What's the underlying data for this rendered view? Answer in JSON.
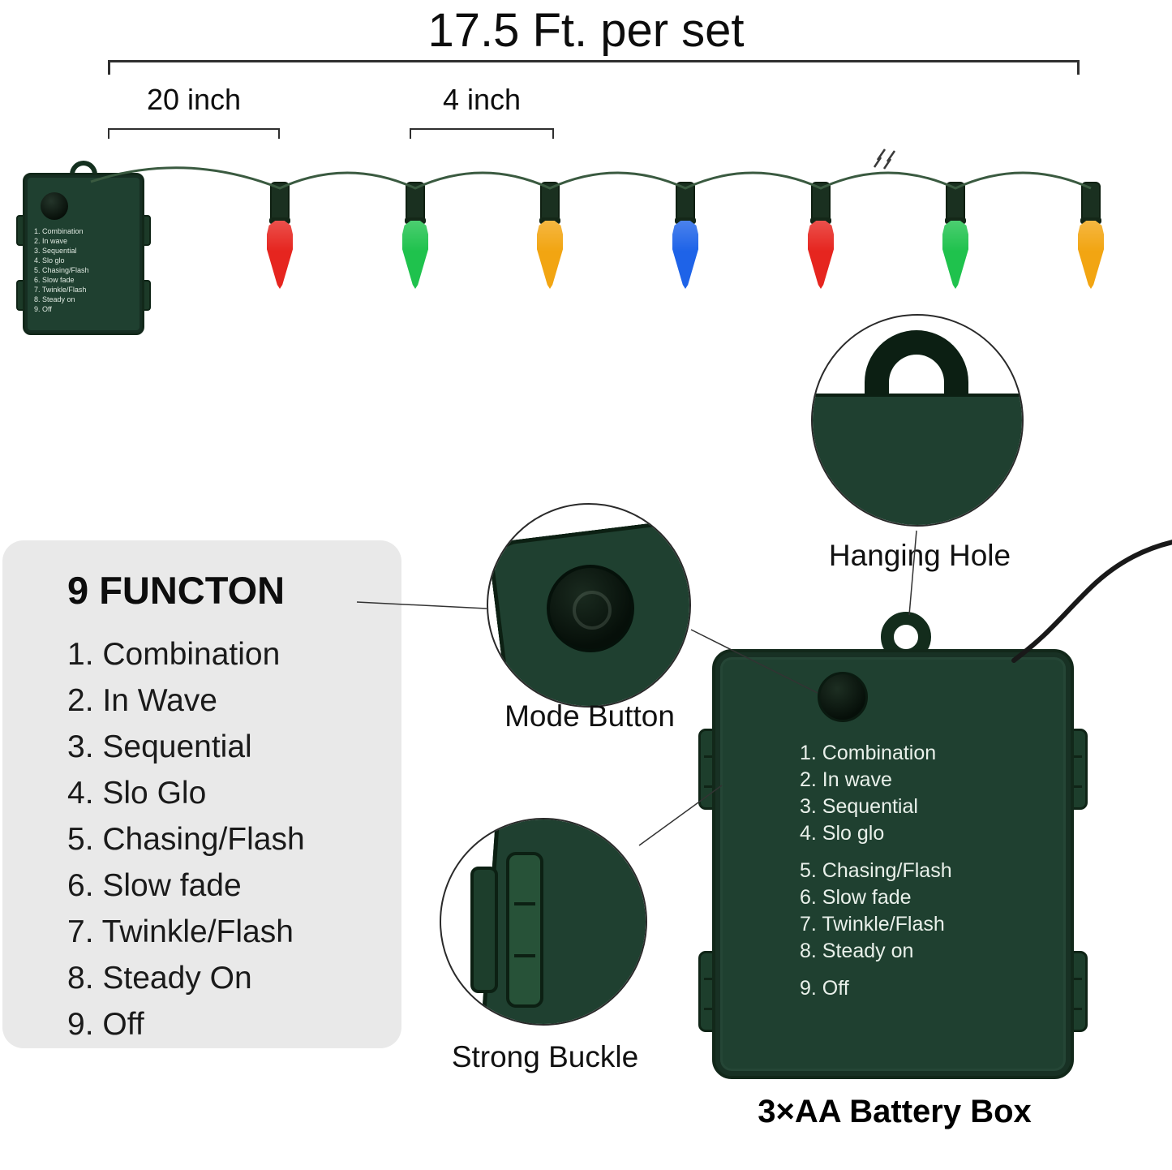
{
  "title": "17.5 Ft. per set",
  "dimensions": {
    "lead_spacing_label": "20 inch",
    "bulb_spacing_label": "4 inch"
  },
  "lights": {
    "bulb_colors": [
      "#e6251f",
      "#1fc24d",
      "#f2a512",
      "#1e63e8",
      "#e6251f",
      "#1fc24d",
      "#f2a512"
    ]
  },
  "colors": {
    "box_green": "#1f4030",
    "box_green_dark": "#12281a",
    "wire_green": "#3a5a40"
  },
  "function_panel": {
    "heading": "9 FUNCTON",
    "items": [
      "1. Combination",
      "2. In Wave",
      "3. Sequential",
      "4. Slo Glo",
      "5. Chasing/Flash",
      "6. Slow fade",
      "7. Twinkle/Flash",
      "8. Steady On",
      "9. Off"
    ]
  },
  "battery_box": {
    "functions": [
      "1. Combination",
      "2. In wave",
      "3. Sequential",
      "4. Slo glo",
      "5. Chasing/Flash",
      "6. Slow fade",
      "7. Twinkle/Flash",
      "8. Steady on",
      "9. Off"
    ],
    "caption": "3×AA Battery Box"
  },
  "callouts": {
    "hanging_hole_label": "Hanging Hole",
    "mode_button_label": "Mode Button",
    "strong_buckle_label": "Strong Buckle"
  }
}
